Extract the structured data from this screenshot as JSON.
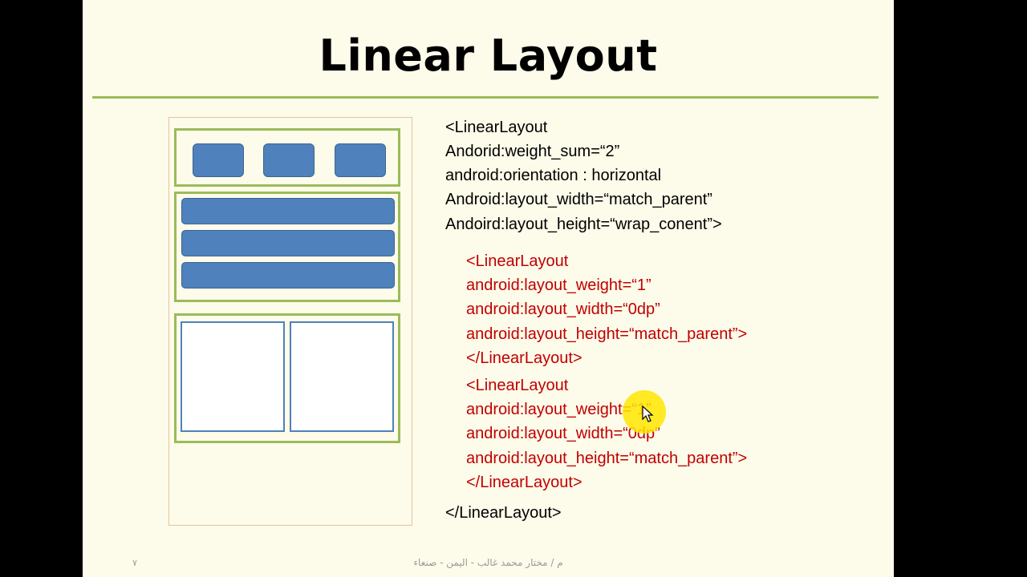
{
  "slide": {
    "title": "Linear Layout",
    "code_black_top": [
      "<LinearLayout",
      "Andorid:weight_sum=“2”",
      "android:orientation : horizontal",
      "Android:layout_width=“match_parent”",
      "Andoird:layout_height=“wrap_conent”>"
    ],
    "code_red_block1": [
      "<LinearLayout",
      "android:layout_weight=“1”",
      "android:layout_width=“0dp”",
      "android:layout_height=“match_parent”>",
      "</LinearLayout>"
    ],
    "code_red_block2": [
      "<LinearLayout",
      "android:layout_weight=“1”",
      "android:layout_width=“0dp”",
      "android:layout_height=“match_parent”>",
      "</LinearLayout>"
    ],
    "code_black_bottom": "</LinearLayout>",
    "footer": "م / مختار محمد غالب - اليمن - صنعاء",
    "page_number": "٧"
  },
  "colors": {
    "slide_background": "#fdfbea",
    "accent_green": "#9bbb59",
    "blue_fill": "#4f81bd",
    "code_red": "#c00000",
    "cursor_highlight": "#ffe600"
  },
  "icons": {
    "pointer": "mouse-pointer-icon"
  }
}
